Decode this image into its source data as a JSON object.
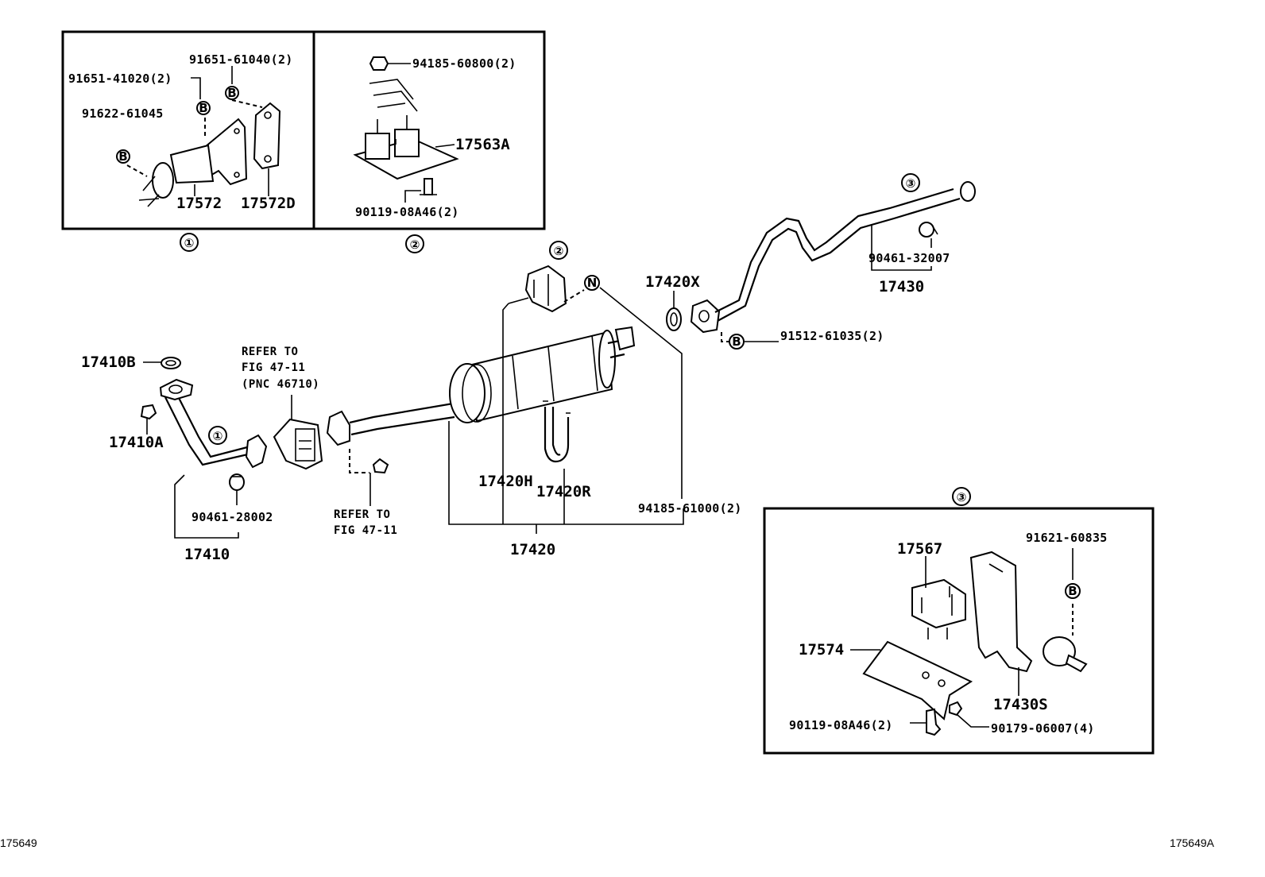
{
  "insets": {
    "one": {
      "marker": "①",
      "p91651_61040": "91651-61040(2)",
      "p91651_41020": "91651-41020(2)",
      "p91622_61045": "91622-61045",
      "p17572": "17572",
      "p17572D": "17572D"
    },
    "two": {
      "marker": "②",
      "p94185_60800": "94185-60800(2)",
      "p17563A": "17563A",
      "p90119_08A46": "90119-08A46(2)"
    },
    "three": {
      "marker": "③",
      "p17567": "17567",
      "p91621_60835": "91621-60835",
      "p17574": "17574",
      "p17430S": "17430S",
      "p90119_08A46": "90119-08A46(2)",
      "p90179_06007": "90179-06007(4)"
    }
  },
  "main": {
    "callout_1": "①",
    "callout_2": "②",
    "callout_3": "③",
    "p17410B": "17410B",
    "p17410A": "17410A",
    "p17410": "17410",
    "p90461_28002": "90461-28002",
    "refer_top_1": "REFER TO",
    "refer_top_2": "FIG 47-11",
    "refer_top_3": "(PNC 46710)",
    "refer_bot_1": "REFER TO",
    "refer_bot_2": "FIG 47-11",
    "p17420H": "17420H",
    "p17420R": "17420R",
    "p17420": "17420",
    "p94185_61000": "94185-61000(2)",
    "p17420X": "17420X",
    "p91512_61035": "91512-61035(2)",
    "p90461_32007": "90461-32007",
    "p17430": "17430",
    "fastener_B": "B",
    "fastener_N": "N"
  },
  "footer": {
    "left_code": "175649",
    "right_code": "175649A"
  }
}
